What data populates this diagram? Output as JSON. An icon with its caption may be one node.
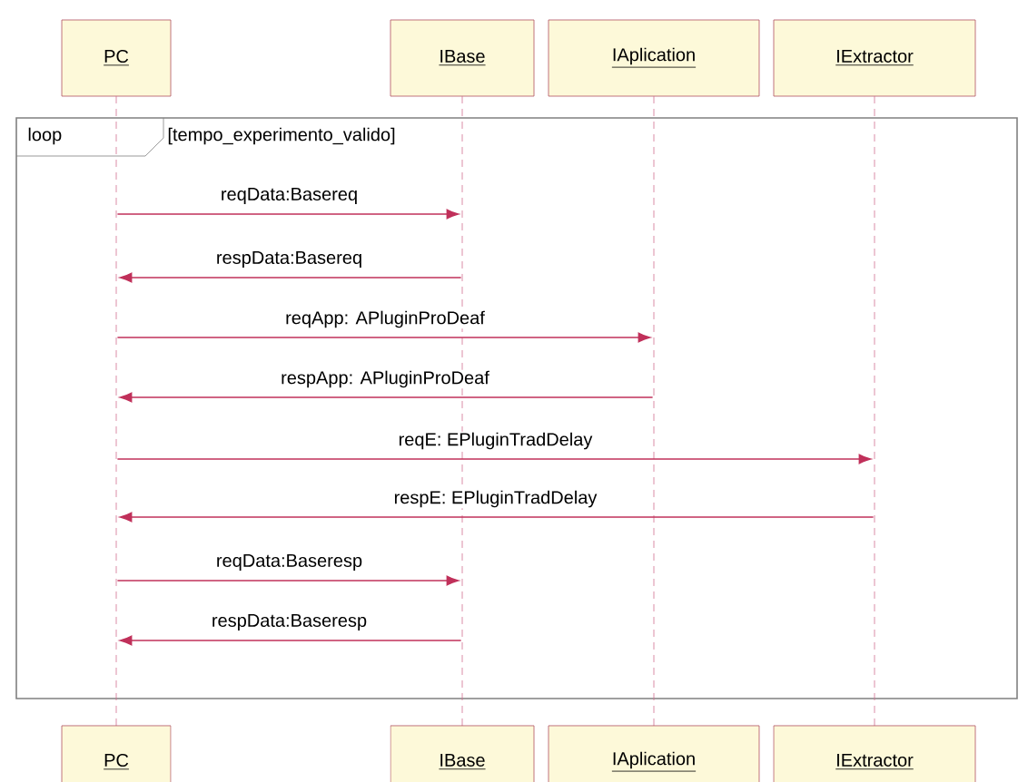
{
  "diagram": {
    "nodes": [
      {
        "text": [
          "PC"
        ]
      },
      {
        "text": [
          "IBase"
        ]
      },
      {
        "text": [
          "IAplication"
        ]
      },
      {
        "text": [
          "IExtractor"
        ]
      },
      {
        "text": [],
        "shape": "line"
      },
      {
        "text": [],
        "shape": "line"
      },
      {
        "text": [],
        "shape": "line"
      },
      {
        "text": [],
        "shape": "line"
      },
      {
        "text": [
          "PC"
        ]
      },
      {
        "text": [
          "IBase"
        ]
      },
      {
        "text": [
          "IAplication"
        ]
      },
      {
        "text": [
          "IExtractor"
        ]
      }
    ],
    "edges": [
      {
        "from": 4,
        "to": 5,
        "arrow": "to",
        "label": "reqData:Basereq"
      },
      {
        "from": 5,
        "to": 4,
        "arrow": "to",
        "label": "respData:Basereq"
      },
      {
        "from": 4,
        "to": 6,
        "arrow": "to",
        "label": "reqApp: APluginProDeaf"
      },
      {
        "from": 6,
        "to": 4,
        "arrow": "to",
        "label": "respApp: APluginProDeaf"
      },
      {
        "from": 4,
        "to": 7,
        "arrow": "to",
        "label": "reqE: EPluginTradDelay"
      },
      {
        "from": 7,
        "to": 4,
        "arrow": "to",
        "label": "respE: EPluginTradDelay"
      },
      {
        "from": 4,
        "to": 5,
        "arrow": "to",
        "label": "reqData:Baseresp"
      },
      {
        "from": 5,
        "to": 4,
        "arrow": "to",
        "label": "respData:Baseresp"
      }
    ],
    "labels": [
      "loop",
      "[tempo_experimento_valido]"
    ]
  }
}
